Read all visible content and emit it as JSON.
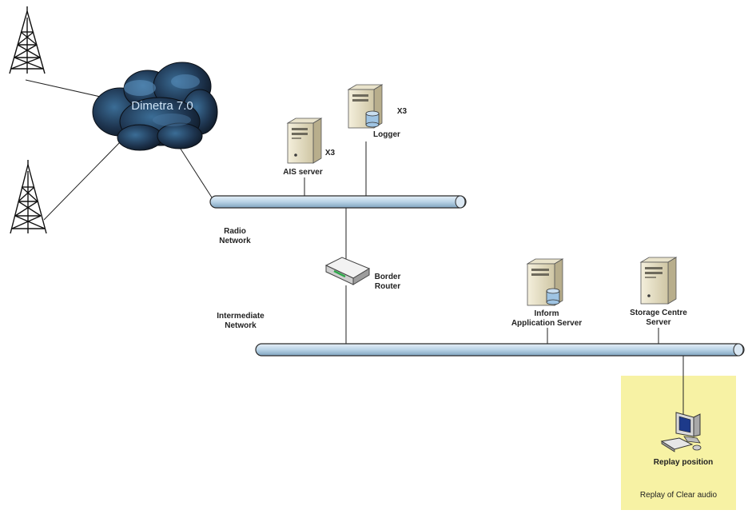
{
  "cloud": {
    "label": "Dimetra 7.0"
  },
  "networks": {
    "radio": {
      "line1": "Radio",
      "line2": "Network"
    },
    "intermediate": {
      "line1": "Intermediate",
      "line2": "Network"
    }
  },
  "nodes": {
    "ais_server": {
      "label": "AIS server",
      "multiplier": "X3"
    },
    "logger": {
      "label": "Logger",
      "multiplier": "X3"
    },
    "border_router": {
      "line1": "Border",
      "line2": "Router"
    },
    "inform_server": {
      "line1": "Inform",
      "line2": "Application Server"
    },
    "storage_server": {
      "line1": "Storage Centre",
      "line2": "Server"
    },
    "replay_position": {
      "label": "Replay position"
    }
  },
  "replay_box": {
    "caption": "Replay of Clear audio",
    "background": "#f7f2a4"
  },
  "colors": {
    "bus_fill": "#b9d3e6",
    "bus_stroke": "#2b2b2b",
    "cloud_fill": "#1b2a3d",
    "cloud_text": "#cfe3f5"
  }
}
